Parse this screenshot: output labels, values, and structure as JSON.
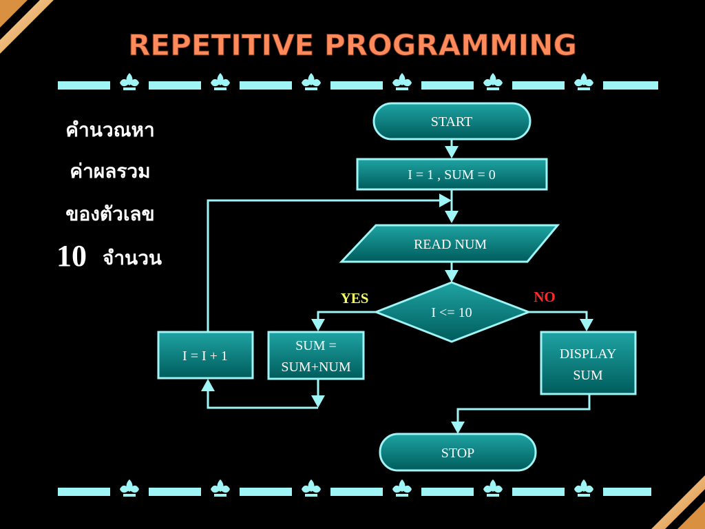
{
  "title": "REPETITIVE PROGRAMMING",
  "description_lines": [
    "คำนวณหา",
    "ค่าผลรวม",
    "ของตัวเลข"
  ],
  "description_count": "10",
  "description_count_unit": "จำนวน",
  "nodes": {
    "start": "START",
    "init": "I = 1 , SUM = 0",
    "read": "READ NUM",
    "condition": "I <= 10",
    "sum_line1": "SUM =",
    "sum_line2": "SUM+NUM",
    "increment": "I = I + 1",
    "display_line1": "DISPLAY",
    "display_line2": "SUM",
    "stop": "STOP"
  },
  "labels": {
    "yes": "YES",
    "no": "NO"
  },
  "colors": {
    "background": "#000000",
    "title": "#ff8a5c",
    "node_fill_top": "#1f9c9c",
    "node_fill_bottom": "#005f5f",
    "node_border": "#9ff5f5",
    "line": "#9ff5f5",
    "yes": "#f4ff6a",
    "no": "#ff2a2a",
    "side_text": "#ffffff",
    "corner_stripe": "#f5b066"
  },
  "icons": [
    "fleur-ornament-icon",
    "corner-stripe-icon"
  ]
}
